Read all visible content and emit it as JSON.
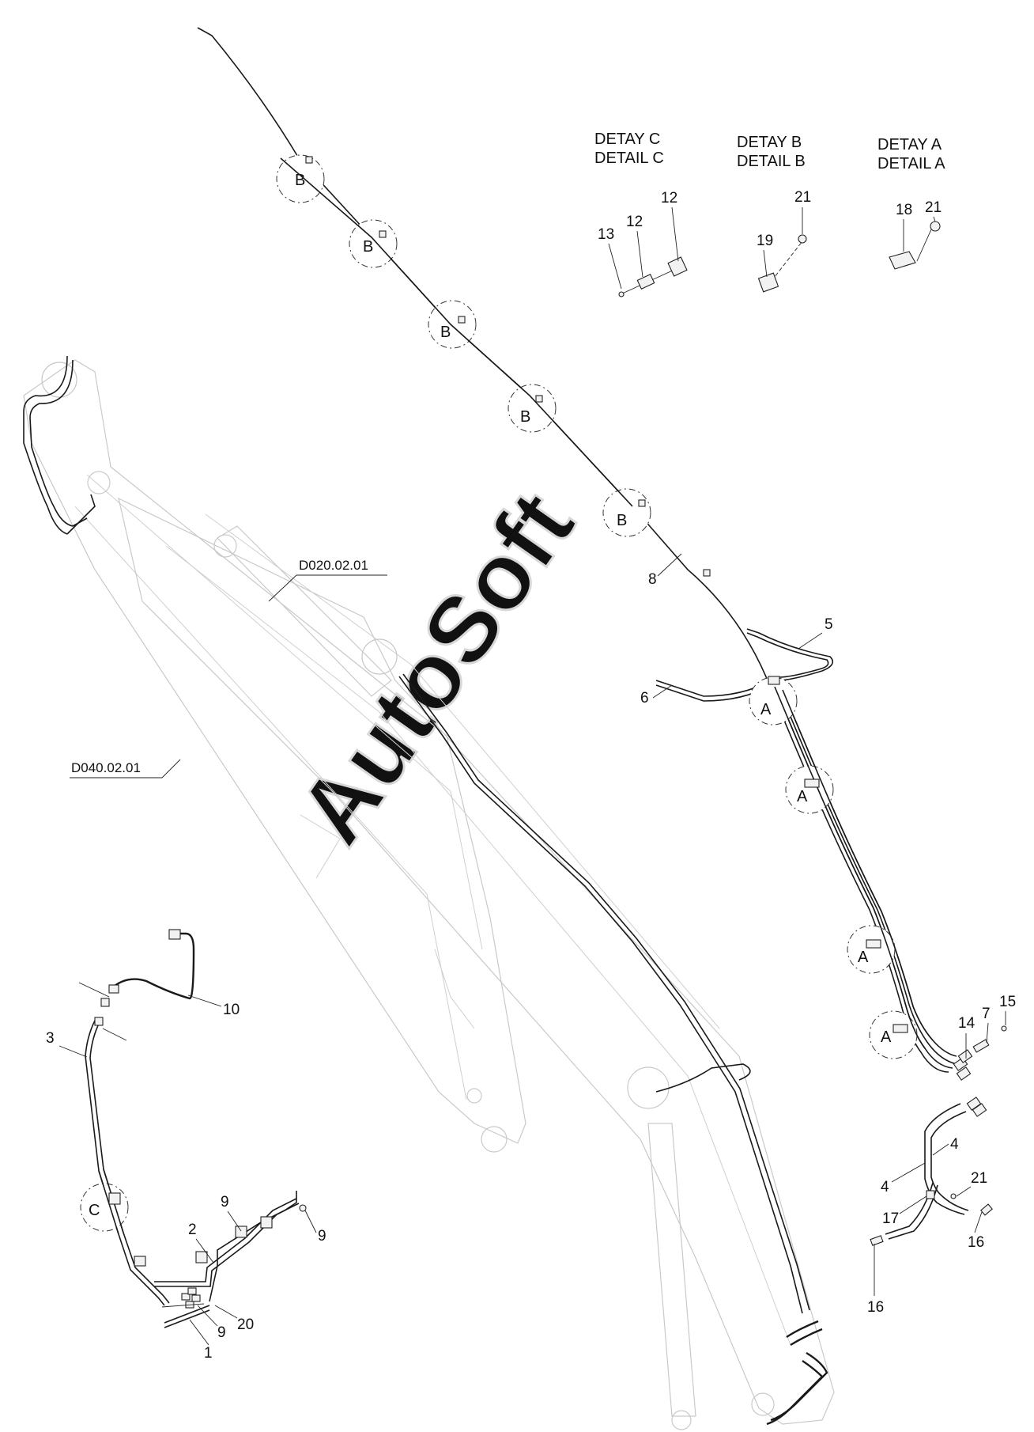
{
  "watermark": "AutoSoft",
  "details": [
    {
      "line1": "DETAY C",
      "line2": "DETAIL C"
    },
    {
      "line1": "DETAY B",
      "line2": "DETAIL B"
    },
    {
      "line1": "DETAY A",
      "line2": "DETAIL A"
    }
  ],
  "references": {
    "stick": "D020.02.01",
    "boom": "D040.02.01"
  },
  "bubbles": {
    "a": "A",
    "b": "B",
    "c": "C"
  },
  "parts": {
    "p1": "1",
    "p2": "2",
    "p3": "3",
    "p4": "4",
    "p5": "5",
    "p6": "6",
    "p7": "7",
    "p8": "8",
    "p9": "9",
    "p10": "10",
    "p12": "12",
    "p13": "13",
    "p14": "14",
    "p15": "15",
    "p16": "16",
    "p17": "17",
    "p18": "18",
    "p19": "19",
    "p20": "20",
    "p21": "21"
  }
}
